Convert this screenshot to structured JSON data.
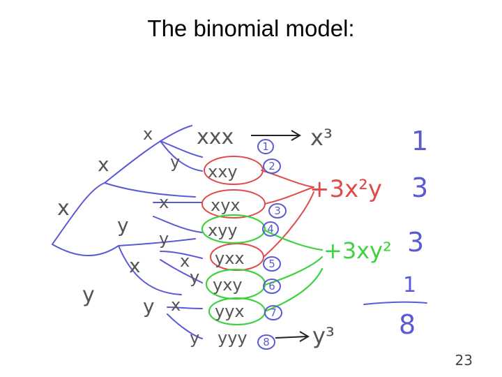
{
  "title": "The binomial model:",
  "page_number": "23",
  "colors": {
    "blue_ink": "#5a5ad6",
    "gray_ink": "#555555",
    "red_ink": "#e04a4a",
    "green_ink": "#3fd13f"
  },
  "tree": {
    "level1": [
      "x",
      "y"
    ],
    "level2": [
      "x",
      "y",
      "x",
      "y"
    ],
    "level3": [
      "x",
      "y",
      "x",
      "y",
      "x",
      "y",
      "x",
      "y"
    ]
  },
  "outcomes": [
    {
      "word": "xxx",
      "index": "1"
    },
    {
      "word": "xxy",
      "index": "2"
    },
    {
      "word": "xyx",
      "index": "3"
    },
    {
      "word": "xyy",
      "index": "4"
    },
    {
      "word": "yxx",
      "index": "5"
    },
    {
      "word": "yxy",
      "index": "6"
    },
    {
      "word": "yyx",
      "index": "7"
    },
    {
      "word": "yyy",
      "index": "8"
    }
  ],
  "results": {
    "top": "x³",
    "red_term": "+3x²y",
    "green_term": "+3xy²",
    "bottom": "y³"
  },
  "coefficients": [
    "1",
    "3",
    "3",
    "1"
  ],
  "fraction": {
    "numerator": "1",
    "denominator": "8"
  }
}
